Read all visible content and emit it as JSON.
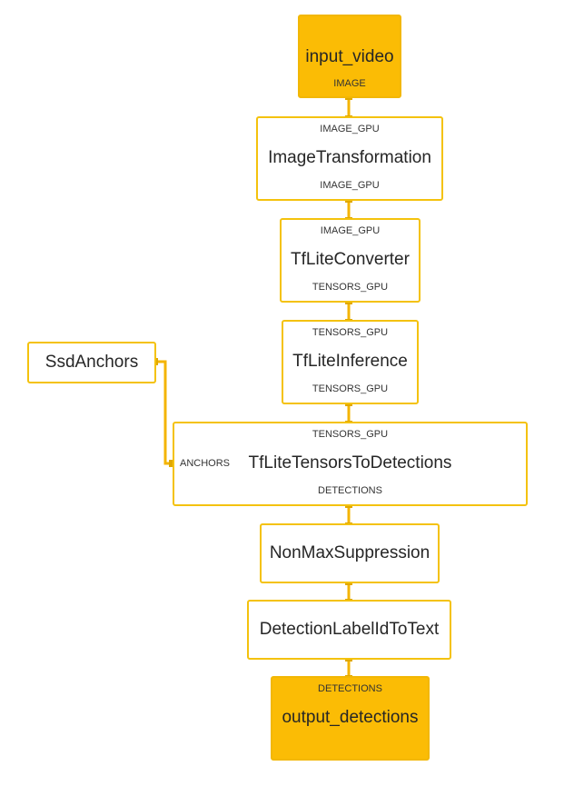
{
  "colors": {
    "node_border": "#f4c20d",
    "io_fill": "#fbbc05",
    "edge": "#f4b400",
    "port": "#e0a800"
  },
  "nodes": {
    "input_video": {
      "title": "input_video",
      "out_port": "IMAGE"
    },
    "image_transformation": {
      "title": "ImageTransformation",
      "in_port": "IMAGE_GPU",
      "out_port": "IMAGE_GPU"
    },
    "tflite_converter": {
      "title": "TfLiteConverter",
      "in_port": "IMAGE_GPU",
      "out_port": "TENSORS_GPU"
    },
    "tflite_inference": {
      "title": "TfLiteInference",
      "in_port": "TENSORS_GPU",
      "out_port": "TENSORS_GPU"
    },
    "ssd_anchors": {
      "title": "SsdAnchors"
    },
    "tensors_to_detections": {
      "title": "TfLiteTensorsToDetections",
      "in_port": "TENSORS_GPU",
      "side_port": "ANCHORS",
      "out_port": "DETECTIONS"
    },
    "non_max_suppression": {
      "title": "NonMaxSuppression"
    },
    "detection_label": {
      "title": "DetectionLabelIdToText"
    },
    "output_detections": {
      "title": "output_detections",
      "in_port": "DETECTIONS"
    }
  }
}
